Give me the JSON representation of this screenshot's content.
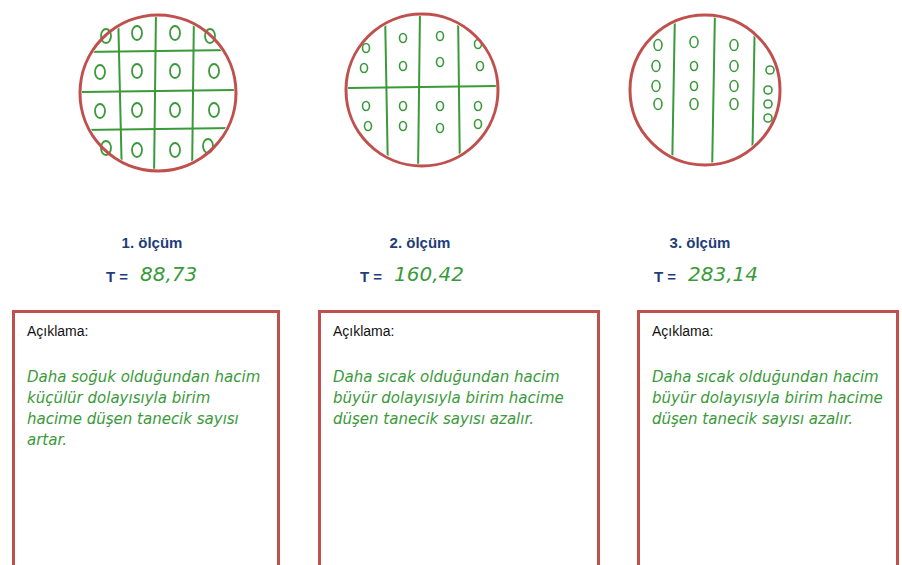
{
  "diagram": {
    "nodes": [
      {
        "text": [
          "Açıklama:",
          "Daha soğuk olduğundan hacim küçülür dolayısıyla birim hacime düşen tanecik sayısı artar."
        ]
      },
      {
        "text": [
          "Açıklama:",
          "Daha sıcak olduğundan hacim büyür dolayısıyla birim hacime düşen tanecik sayısı azalır."
        ]
      },
      {
        "text": [
          "Açıklama:",
          "Daha sıcak olduğundan hacim büyür dolayısıyla birim hacime düşen tanecik sayısı azalır."
        ]
      }
    ],
    "labels": [
      "1. ölçüm",
      "T =",
      "88,73",
      "2. ölçüm",
      "T =",
      "160,42",
      "3. ölçüm",
      "T =",
      "283,14"
    ]
  }
}
